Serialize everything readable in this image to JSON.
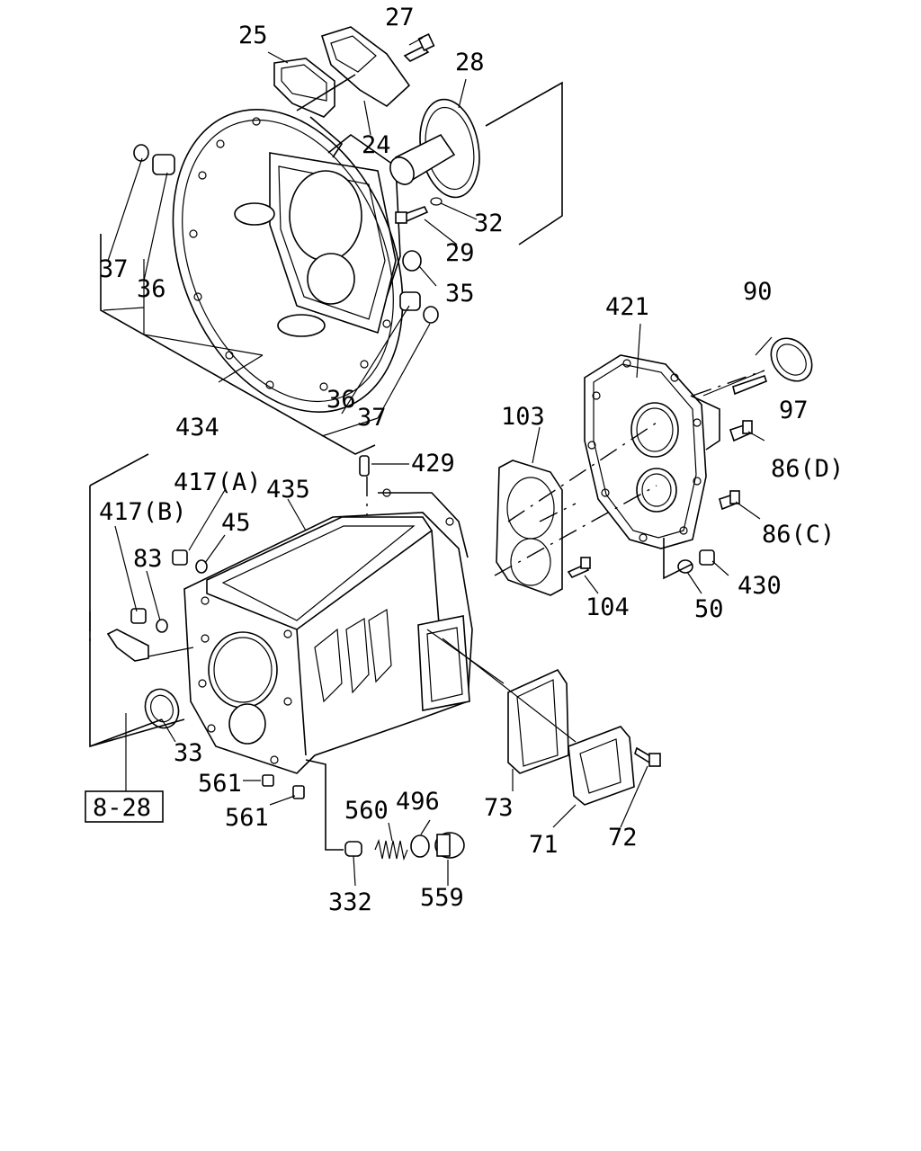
{
  "diagram": {
    "labels": {
      "p25": "25",
      "p27": "27",
      "p28": "28",
      "p24": "24",
      "p32": "32",
      "p29": "29",
      "p35": "35",
      "p37a": "37",
      "p36a": "36",
      "p434": "434",
      "p36b": "36",
      "p37b": "37",
      "p429": "429",
      "p421": "421",
      "p90": "90",
      "p97": "97",
      "p86d": "86(D)",
      "p86c": "86(C)",
      "p430": "430",
      "p50": "50",
      "p103": "103",
      "p104": "104",
      "p417a": "417(A)",
      "p417b": "417(B)",
      "p435": "435",
      "p45": "45",
      "p83": "83",
      "p33": "33",
      "p561a": "561",
      "p561b": "561",
      "p560": "560",
      "p496": "496",
      "p332": "332",
      "p559": "559",
      "p73": "73",
      "p71": "71",
      "p72": "72"
    },
    "reference": "8-28"
  }
}
